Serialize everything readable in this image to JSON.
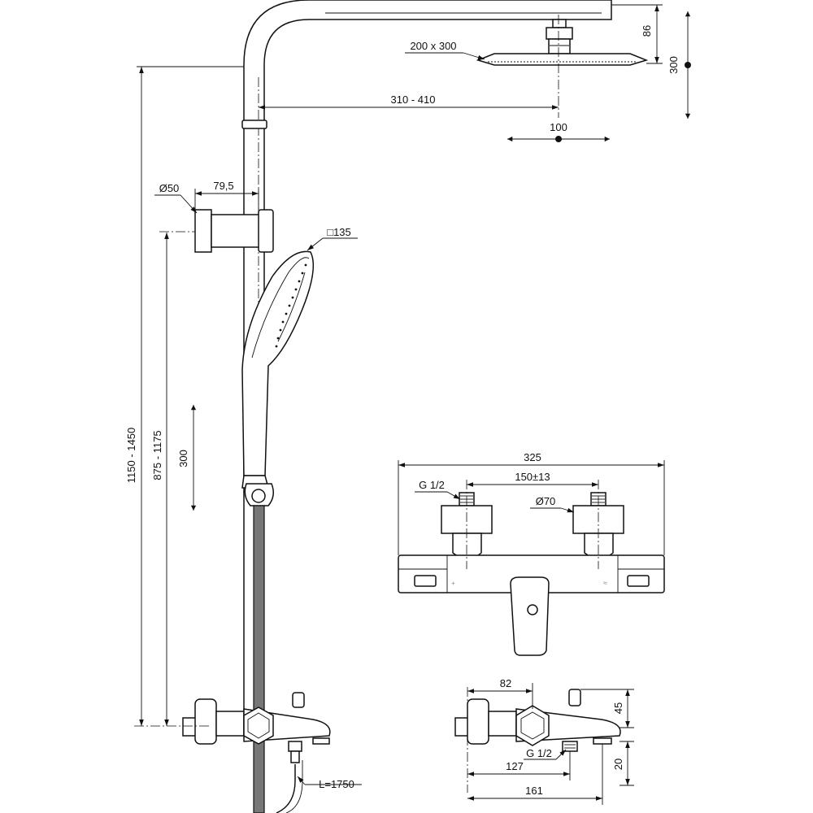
{
  "dimensions": {
    "head_thickness": "86",
    "head_size": "200 x 300",
    "head_adjust_range": "300",
    "arm_reach": "310 - 410",
    "head_slide": "100",
    "holder_diameter": "Ø50",
    "holder_offset": "79,5",
    "handshower_size": "□135",
    "overall_height": "1150 - 1450",
    "holder_height": "875 - 1175",
    "holder_slide": "300",
    "mixer_width": "325",
    "inlet_thread_front": "G 1/2",
    "inlet_spacing": "150±13",
    "handle_diameter": "Ø70",
    "side_depth": "82",
    "side_spout_height": "45",
    "outlet_thread": "G 1/2",
    "side_depth_outlet": "127",
    "side_depth_total": "161",
    "side_outlet_drop": "20",
    "hose_length": "L=1750"
  }
}
